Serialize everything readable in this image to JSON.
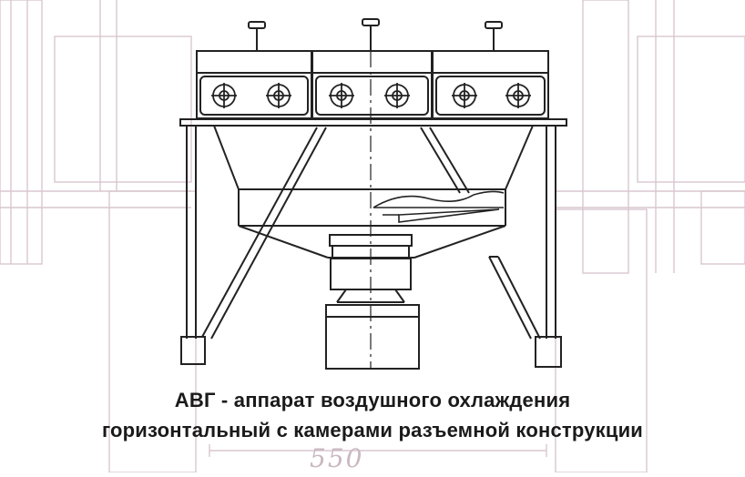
{
  "caption": {
    "line1": "АВГ - аппарат воздушного охлаждения",
    "line2": "горизонтальный с камерами разъемной конструкции"
  },
  "background": {
    "dimension_label": "550",
    "blueprint_color": "#d9c7cf"
  },
  "colors": {
    "line": "#222222",
    "background": "#ffffff"
  }
}
